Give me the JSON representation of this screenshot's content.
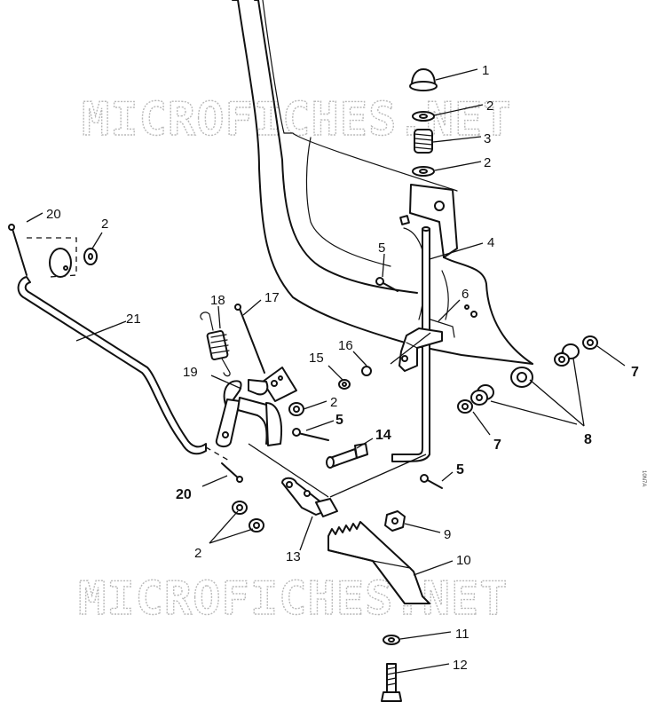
{
  "watermark": {
    "text": "MICROFICHES.NET"
  },
  "callouts": {
    "c1": "1",
    "c2a": "2",
    "c3": "3",
    "c2b": "2",
    "c20a": "20",
    "c2c": "2",
    "c4": "4",
    "c5a": "5",
    "c6": "6",
    "c21": "21",
    "c18": "18",
    "c17": "17",
    "c16": "16",
    "c15": "15",
    "c19": "19",
    "c2d": "2",
    "c5b": "5",
    "c7a": "7",
    "c7b": "7",
    "c8": "8",
    "c14": "14",
    "c5c": "5",
    "c20b": "20",
    "c9": "9",
    "c2e": "2",
    "c13": "13",
    "c10": "10",
    "c11": "11",
    "c12": "12"
  },
  "edge_text": "10N7A"
}
